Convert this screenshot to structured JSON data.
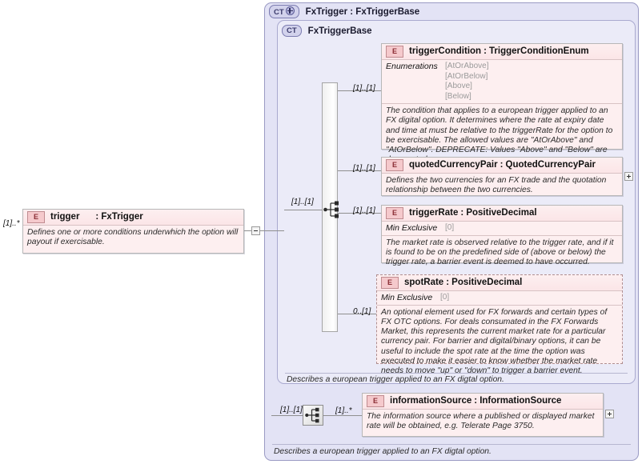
{
  "diagram": {
    "title": "XSD schema diagram for FxTrigger : FxTriggerBase",
    "outer_container": {
      "badge": "CT",
      "title": "FxTrigger : FxTriggerBase",
      "documentation": "Describes a european trigger applied to an FX digtal option."
    },
    "inner_container": {
      "badge": "CT",
      "title": "FxTriggerBase",
      "documentation": "Describes a european trigger applied to an FX digtal option."
    },
    "source_element": {
      "badge": "E",
      "name": "trigger",
      "separator": ":",
      "type": "FxTrigger",
      "cardinality": "[1]..*",
      "documentation": "Defines one or more conditions underwhich the option will payout if exercisable."
    },
    "sequence_cardinality": "[1]..[1]",
    "information_sequence_cardinality": "[1]..[1]",
    "children": [
      {
        "badge": "E",
        "name": "triggerCondition",
        "separator": ":",
        "type": "TriggerConditionEnum",
        "cardinality": "[1]..[1]",
        "facet_label": "Enumerations",
        "facet_values": [
          "[AtOrAbove]",
          "[AtOrBelow]",
          "[Above]",
          "[Below]"
        ],
        "documentation": "The condition that applies to a european trigger applied to an FX digital option. It determines where the rate at expiry date and time at must be relative to the triggerRate for the option to be exercisable. The allowed values are \"AtOrAbove\" and \"AtOrBelow\". DEPRECATE: Values \"Above\" and \"Below\" are deprecated.",
        "optional": false,
        "expandable": false
      },
      {
        "badge": "E",
        "name": "quotedCurrencyPair",
        "separator": ":",
        "type": "QuotedCurrencyPair",
        "cardinality": "[1]..[1]",
        "facet_label": "",
        "facet_values": [],
        "documentation": "Defines the two currencies for an FX trade and the quotation relationship between the two currencies.",
        "optional": false,
        "expandable": true
      },
      {
        "badge": "E",
        "name": "triggerRate",
        "separator": ":",
        "type": "PositiveDecimal",
        "cardinality": "[1]..[1]",
        "facet_label": "Min Exclusive",
        "facet_values": [
          "[0]"
        ],
        "documentation": "The market rate is observed relative to the trigger rate, and if it is found to be on the predefined side of (above or below) the trigger rate, a barrier event is deemed to have occurred.",
        "optional": false,
        "expandable": false
      },
      {
        "badge": "E",
        "name": "spotRate",
        "separator": ":",
        "type": "PositiveDecimal",
        "cardinality": "0..[1]",
        "facet_label": "Min Exclusive",
        "facet_values": [
          "[0]"
        ],
        "documentation": "An optional element used for FX forwards and certain types of FX OTC options. For deals consumated in the FX Forwards Market, this represents the current market rate for a particular currency pair. For barrier and digital/binary options, it can be useful to include the spot rate at the time the option was executed to make it easier to know whether the market rate needs to move \"up\" or \"down\" to trigger a barrier event.",
        "optional": true,
        "expandable": false
      }
    ],
    "information_source": {
      "badge": "E",
      "name": "informationSource",
      "separator": ":",
      "type": "InformationSource",
      "cardinality": "[1]..*",
      "documentation": "The information source where a published or displayed market rate will be obtained, e.g. Telerate Page 3750.",
      "expandable": true
    },
    "colors": {
      "element_fill": "#fdeff0",
      "element_badge": "#f5c9cc",
      "container_outer": "#e3e3f5",
      "container_inner": "#ebebf8",
      "connector": "#8f8f8f"
    }
  }
}
